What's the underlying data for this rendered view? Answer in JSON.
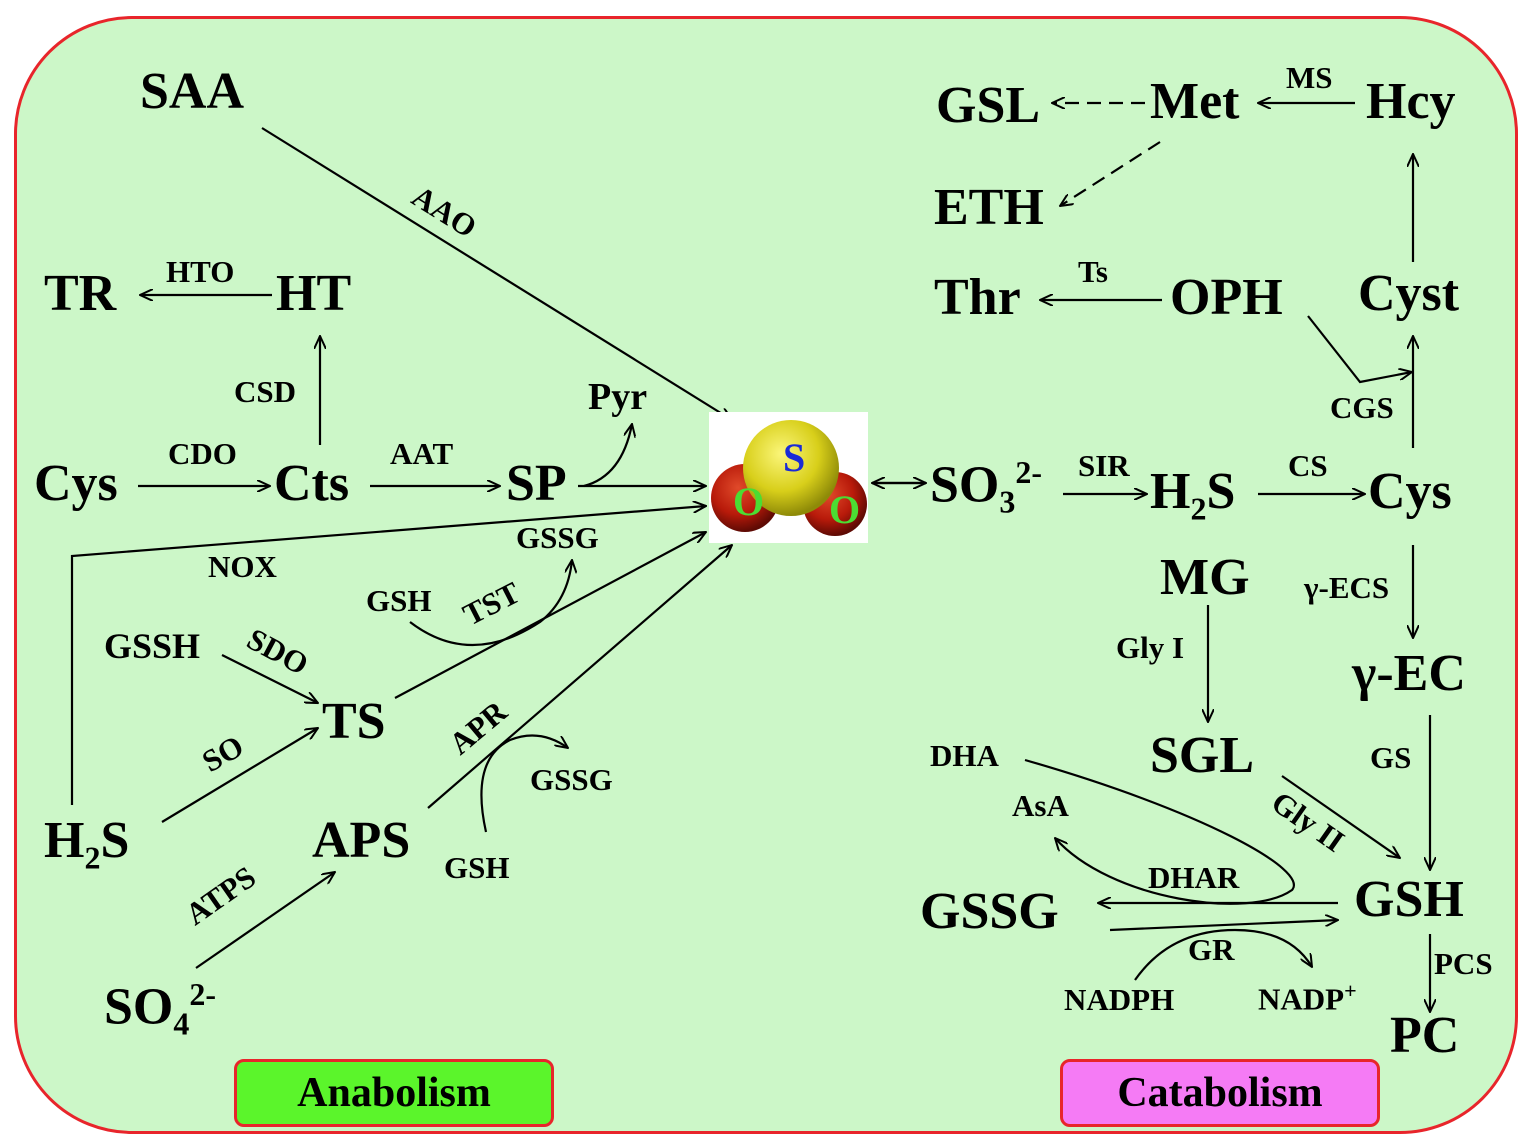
{
  "labels": {
    "saa": "SAA",
    "tr": "TR",
    "ht": "HT",
    "cys_left": "Cys",
    "cts": "Cts",
    "sp": "SP",
    "pyr": "Pyr",
    "gssg_tst": "GSSG",
    "gsh_tst": "GSH",
    "gssh": "GSSH",
    "ts": "TS",
    "h2s_left_main": "H",
    "h2s_left_sub": "2",
    "h2s_left_end": "S",
    "aps": "APS",
    "gsh_apr": "GSH",
    "gssg_apr": "GSSG",
    "so4_main": "SO",
    "so4_sub": "4",
    "so4_sup": "2-",
    "gsl": "GSL",
    "met": "Met",
    "hcy": "Hcy",
    "eth": "ETH",
    "thr": "Thr",
    "oph": "OPH",
    "cyst": "Cyst",
    "so3_main": "SO",
    "so3_sub": "3",
    "so3_sup": "2-",
    "h2s_right_main": "H",
    "h2s_right_sub": "2",
    "h2s_right_end": "S",
    "cys_right": "Cys",
    "mg": "MG",
    "sgl": "SGL",
    "gamma_ec": "γ-EC",
    "dha": "DHA",
    "asa": "AsA",
    "gssg_right": "GSSG",
    "gsh_right": "GSH",
    "nadph": "NADPH",
    "nadp_main": "NADP",
    "nadp_sup": "+",
    "pc": "PC"
  },
  "enzymes": {
    "aao": "AAO",
    "hto": "HTO",
    "csd": "CSD",
    "cdo": "CDO",
    "aat": "AAT",
    "nox": "NOX",
    "tst": "TST",
    "sdo": "SDO",
    "so": "SO",
    "apr": "APR",
    "atps": "ATPS",
    "ms": "MS",
    "ts": "Ts",
    "cgs": "CGS",
    "sir": "SIR",
    "cs": "CS",
    "gamma_ecs": "γ-ECS",
    "gly_i": "Gly I",
    "gs": "GS",
    "gly_ii": "Gly II",
    "dhar": "DHAR",
    "gr": "GR",
    "pcs": "PCS"
  },
  "molecule": {
    "atom_s": "S",
    "atom_o_left": "O",
    "atom_o_right": "O",
    "sulfur_color": "#e8e21a",
    "oxygen_color": "#c41c0c",
    "s_text_color": "#1a2bd6",
    "o_text_color": "#4bdc33"
  },
  "tags": {
    "anabolism": "Anabolism",
    "catabolism": "Catabolism"
  },
  "colors": {
    "background": "#ccf7c8",
    "border": "#e8252b",
    "anabolism_fill": "#5bf52b",
    "catabolism_fill": "#f57bf5"
  }
}
